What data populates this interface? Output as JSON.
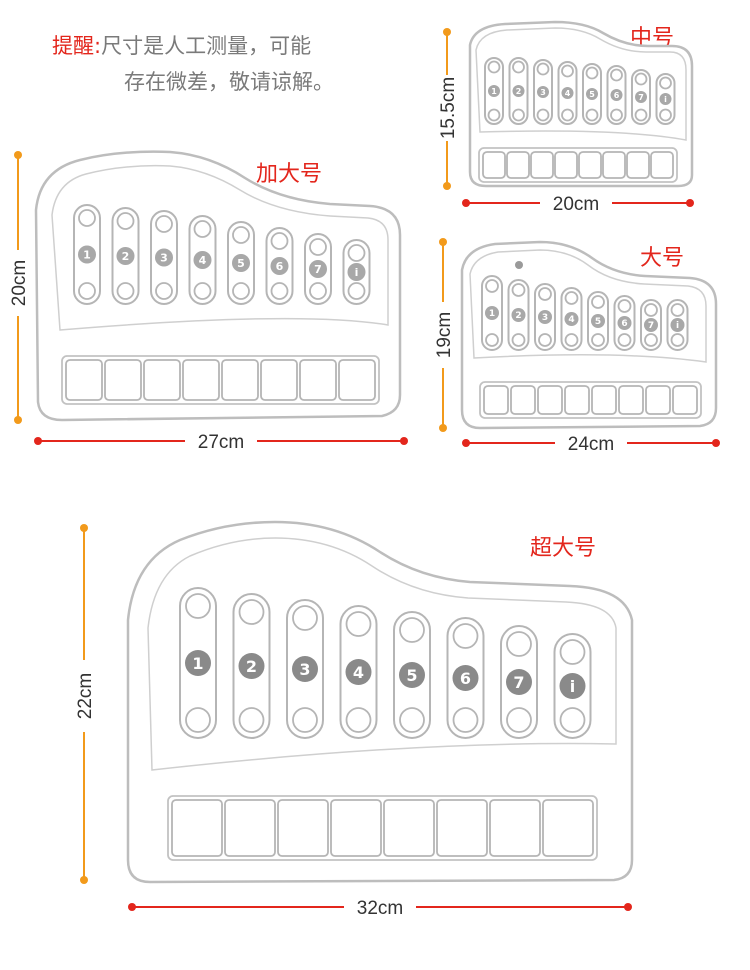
{
  "notice": {
    "prefix": "提醒:",
    "line1": "尺寸是人工测量，可能",
    "line2": "存在微差，敬请谅解。"
  },
  "sizes": {
    "medium": {
      "label": "中号",
      "height": "15.5cm",
      "width": "20cm"
    },
    "xlarge": {
      "label": "加大号",
      "height": "20cm",
      "width": "27cm"
    },
    "large": {
      "label": "大号",
      "height": "19cm",
      "width": "24cm"
    },
    "xxlarge": {
      "label": "超大号",
      "height": "22cm",
      "width": "32cm"
    }
  },
  "key_numbers": [
    "1",
    "2",
    "3",
    "4",
    "5",
    "6",
    "7",
    "i"
  ],
  "colors": {
    "accent_red": "#e3261c",
    "dimension_orange": "#f29a1b",
    "outline": "#bdbdbd",
    "text_gray": "#7a7a7a"
  }
}
